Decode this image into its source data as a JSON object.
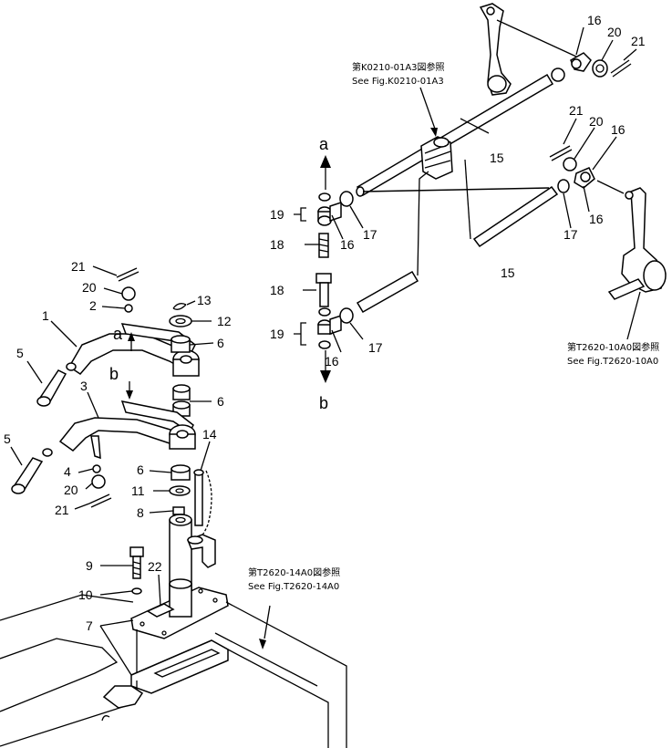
{
  "references": {
    "ref_top_jp": "第K0210-01A3図参照",
    "ref_top_en": "See Fig.K0210-01A3",
    "ref_right_jp": "第T2620-10A0図参照",
    "ref_right_en": "See Fig.T2620-10A0",
    "ref_bottom_jp": "第T2620-14A0図参照",
    "ref_bottom_en": "See Fig.T2620-14A0"
  },
  "arrows": {
    "a": "a",
    "b": "b"
  },
  "callouts": {
    "c1": "1",
    "c2": "2",
    "c3": "3",
    "c4": "4",
    "c5a": "5",
    "c5b": "5",
    "c6a": "6",
    "c6b": "6",
    "c6c": "6",
    "c7": "7",
    "c8": "8",
    "c9": "9",
    "c10": "10",
    "c11": "11",
    "c12": "12",
    "c13": "13",
    "c14": "14",
    "c15a": "15",
    "c15b": "15",
    "c16a": "16",
    "c16b": "16",
    "c16c": "16",
    "c16d": "16",
    "c16e": "16",
    "c17a": "17",
    "c17b": "17",
    "c17c": "17",
    "c18a": "18",
    "c18b": "18",
    "c19a": "19",
    "c19b": "19",
    "c20a": "20",
    "c20b": "20",
    "c20c": "20",
    "c20d": "20",
    "c21a": "21",
    "c21b": "21",
    "c21c": "21",
    "c21d": "21",
    "c22": "22"
  }
}
